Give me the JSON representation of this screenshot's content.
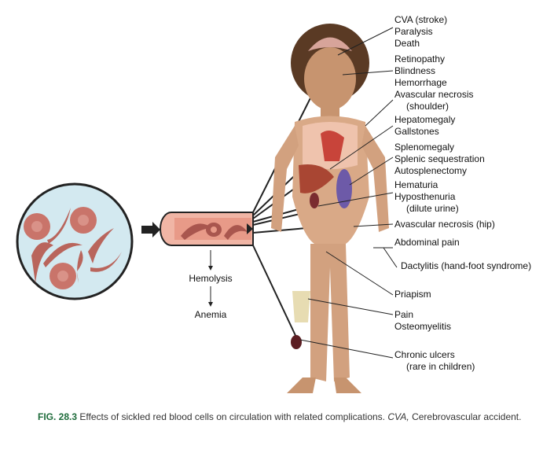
{
  "labels": {
    "cva": [
      "CVA (stroke)",
      "Paralysis",
      "Death"
    ],
    "eye": [
      "Retinopathy",
      "Blindness",
      "Hemorrhage"
    ],
    "shoulder": [
      "Avascular necrosis",
      "(shoulder)"
    ],
    "liver": [
      "Hepatomegaly",
      "Gallstones"
    ],
    "spleen": [
      "Splenomegaly",
      "Splenic sequestration",
      "Autosplenectomy"
    ],
    "kidney": [
      "Hematuria",
      "Hyposthenuria",
      "(dilute urine)"
    ],
    "hip": "Avascular necrosis (hip)",
    "abdomen": "Abdominal pain",
    "hand": "Dactylitis (hand-foot syndrome)",
    "priapism": "Priapism",
    "bone": [
      "Pain",
      "Osteomyelitis"
    ],
    "ulcer": [
      "Chronic ulcers",
      "(rare in children)"
    ]
  },
  "flow": {
    "hemolysis": "Hemolysis",
    "anemia": "Anemia"
  },
  "caption": {
    "fig": "FIG. 28.3",
    "text": "Effects of sickled red blood cells on circulation with related complications.",
    "abbr": "CVA,",
    "abbr_def": "Cerebrovascular accident."
  },
  "colors": {
    "skin": "#d9a987",
    "rbc": "#c9746a",
    "plasma": "#d3e9f0",
    "caption": "#1d6b3a"
  }
}
